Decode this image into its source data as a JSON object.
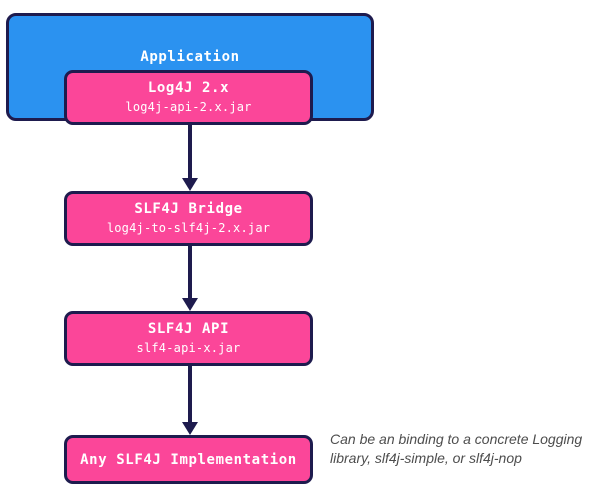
{
  "diagram": {
    "type": "flow-diagram",
    "title_text": "Application",
    "nodes": [
      {
        "id": "application",
        "label": "Application",
        "sub": "",
        "color": "#2b92f0",
        "role": "container"
      },
      {
        "id": "log4j",
        "label": "Log4J 2.x",
        "sub": "log4j-api-2.x.jar",
        "color": "#fb4699",
        "role": "component"
      },
      {
        "id": "slf4j-bridge",
        "label": "SLF4J Bridge",
        "sub": "log4j-to-slf4j-2.x.jar",
        "color": "#fb4699",
        "role": "component"
      },
      {
        "id": "slf4j-api",
        "label": "SLF4J API",
        "sub": "slf4-api-x.jar",
        "color": "#fb4699",
        "role": "component"
      },
      {
        "id": "slf4j-impl",
        "label": "Any SLF4J Implementation",
        "sub": "",
        "color": "#fb4699",
        "role": "component"
      }
    ],
    "edges": [
      {
        "from": "log4j",
        "to": "slf4j-bridge",
        "style": "solid-arrow"
      },
      {
        "from": "slf4j-bridge",
        "to": "slf4j-api",
        "style": "solid-arrow"
      },
      {
        "from": "slf4j-api",
        "to": "slf4j-impl",
        "style": "solid-arrow"
      }
    ],
    "annotation": "Can be an binding to a concrete Logging library, slf4j-simple, or slf4j-nop",
    "colors": {
      "blue": "#2b92f0",
      "pink": "#fb4699",
      "outline": "#1e1b4e",
      "text_on_box": "#ffffff",
      "annotation_text": "#4d4d4d",
      "background": "#ffffff"
    }
  }
}
